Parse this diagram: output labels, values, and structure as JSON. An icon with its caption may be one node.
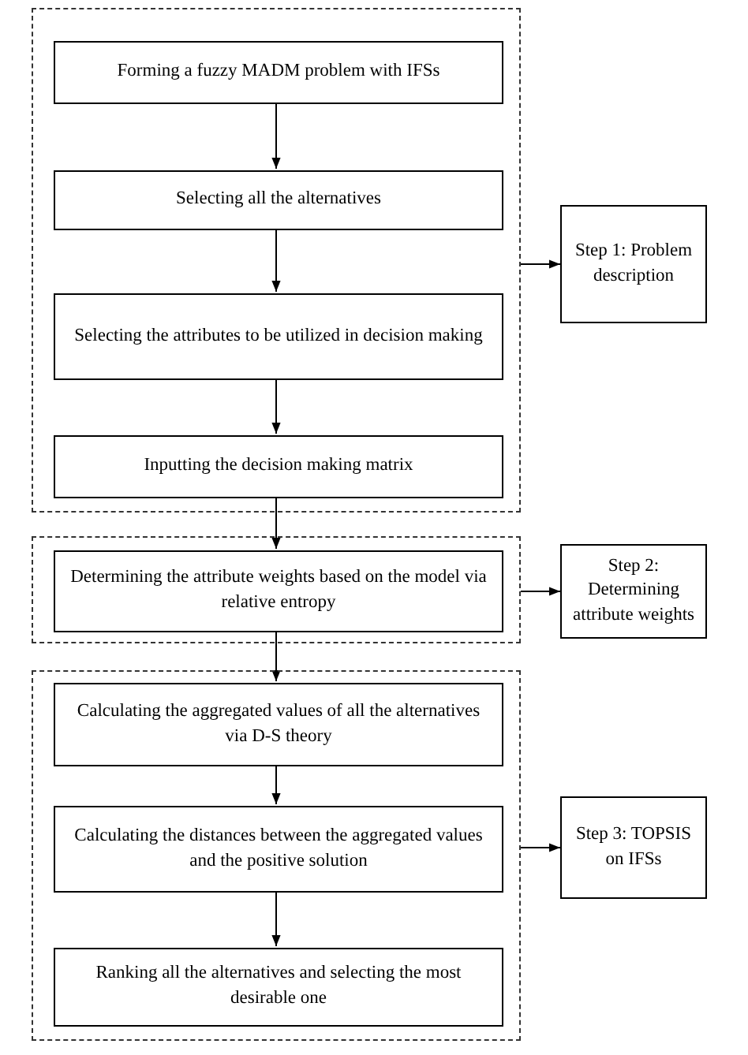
{
  "diagram": {
    "nodes": [
      {
        "text": [],
        "shape": "box"
      },
      {
        "text": [
          "Forming a fuzzy MADM problem with IFSs"
        ],
        "in": 0
      },
      {
        "text": [
          "Selecting all the alternatives"
        ],
        "in": 0
      },
      {
        "text": [
          "Selecting the attributes to be utilized in decision making"
        ],
        "in": 0
      },
      {
        "text": [
          "Inputting the decision making matrix"
        ],
        "in": 0
      },
      {
        "text": [
          "Step 1: Problem description"
        ]
      },
      {
        "text": [],
        "shape": "box"
      },
      {
        "text": [
          "Determining the attribute weights based on the model via relative entropy"
        ],
        "in": 6
      },
      {
        "text": [
          "Step 2: Determining attribute weights"
        ]
      },
      {
        "text": [],
        "shape": "box"
      },
      {
        "text": [
          "Calculating the aggregated values of all the alternatives via D-S theory"
        ],
        "in": 9
      },
      {
        "text": [
          "Calculating the distances between the aggregated values and the positive solution"
        ],
        "in": 9
      },
      {
        "text": [
          "Ranking all the alternatives and selecting the most desirable one"
        ],
        "in": 9
      },
      {
        "text": [
          "Step 3: TOPSIS on IFSs"
        ]
      }
    ],
    "edges": [
      {
        "from": 1,
        "to": 2,
        "arrow": "to"
      },
      {
        "from": 2,
        "to": 3,
        "arrow": "to"
      },
      {
        "from": 3,
        "to": 4,
        "arrow": "to"
      },
      {
        "from": 4,
        "to": 7,
        "arrow": "to"
      },
      {
        "from": 7,
        "to": 10,
        "arrow": "to"
      },
      {
        "from": 10,
        "to": 11,
        "arrow": "to"
      },
      {
        "from": 11,
        "to": 12,
        "arrow": "to"
      },
      {
        "from": 0,
        "to": 5,
        "arrow": "to"
      },
      {
        "from": 6,
        "to": 8,
        "arrow": "to"
      },
      {
        "from": 9,
        "to": 13,
        "arrow": "to"
      }
    ]
  }
}
